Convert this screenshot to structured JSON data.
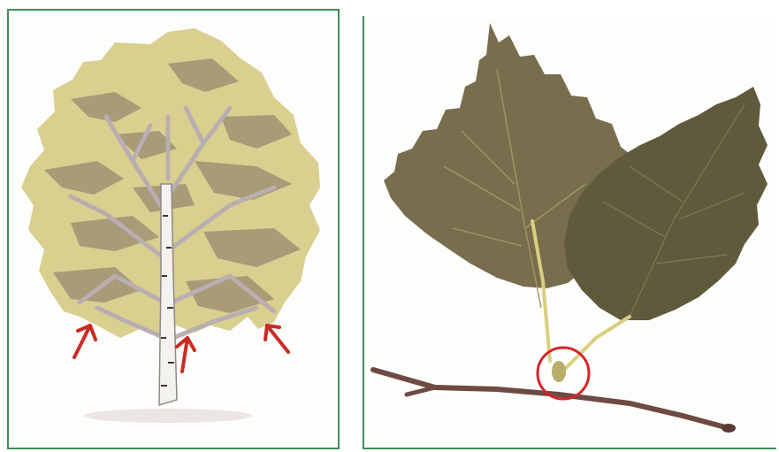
{
  "panels": [
    {
      "name": "birch-tree-illustration",
      "arrows": 3
    },
    {
      "name": "birch-leaves-on-twig-photo",
      "circle_highlight": true
    }
  ],
  "colors": {
    "frame": "#3f8f5a",
    "canopy_light": "#d9cf8e",
    "canopy_dark": "#a79b78",
    "branches": "#b9aeb0",
    "bark": "#f4f2ee",
    "arrow": "#cc2a24",
    "leaf_dark": "#5f5a3c",
    "leaf_mid": "#786d4d",
    "petiole": "#d8cf7f",
    "twig": "#6e4a43",
    "circle": "#d4262a"
  }
}
